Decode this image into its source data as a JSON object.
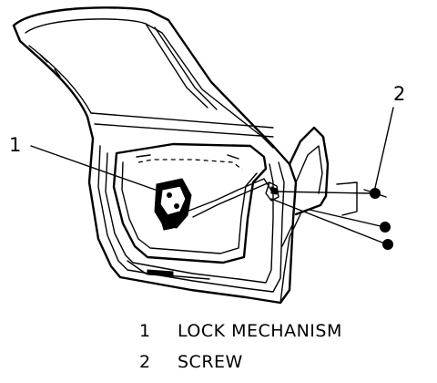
{
  "callouts": {
    "one": "1",
    "two": "2"
  },
  "legend": [
    {
      "number": "1",
      "label": "LOCK MECHANISM"
    },
    {
      "number": "2",
      "label": "SCREW"
    }
  ]
}
